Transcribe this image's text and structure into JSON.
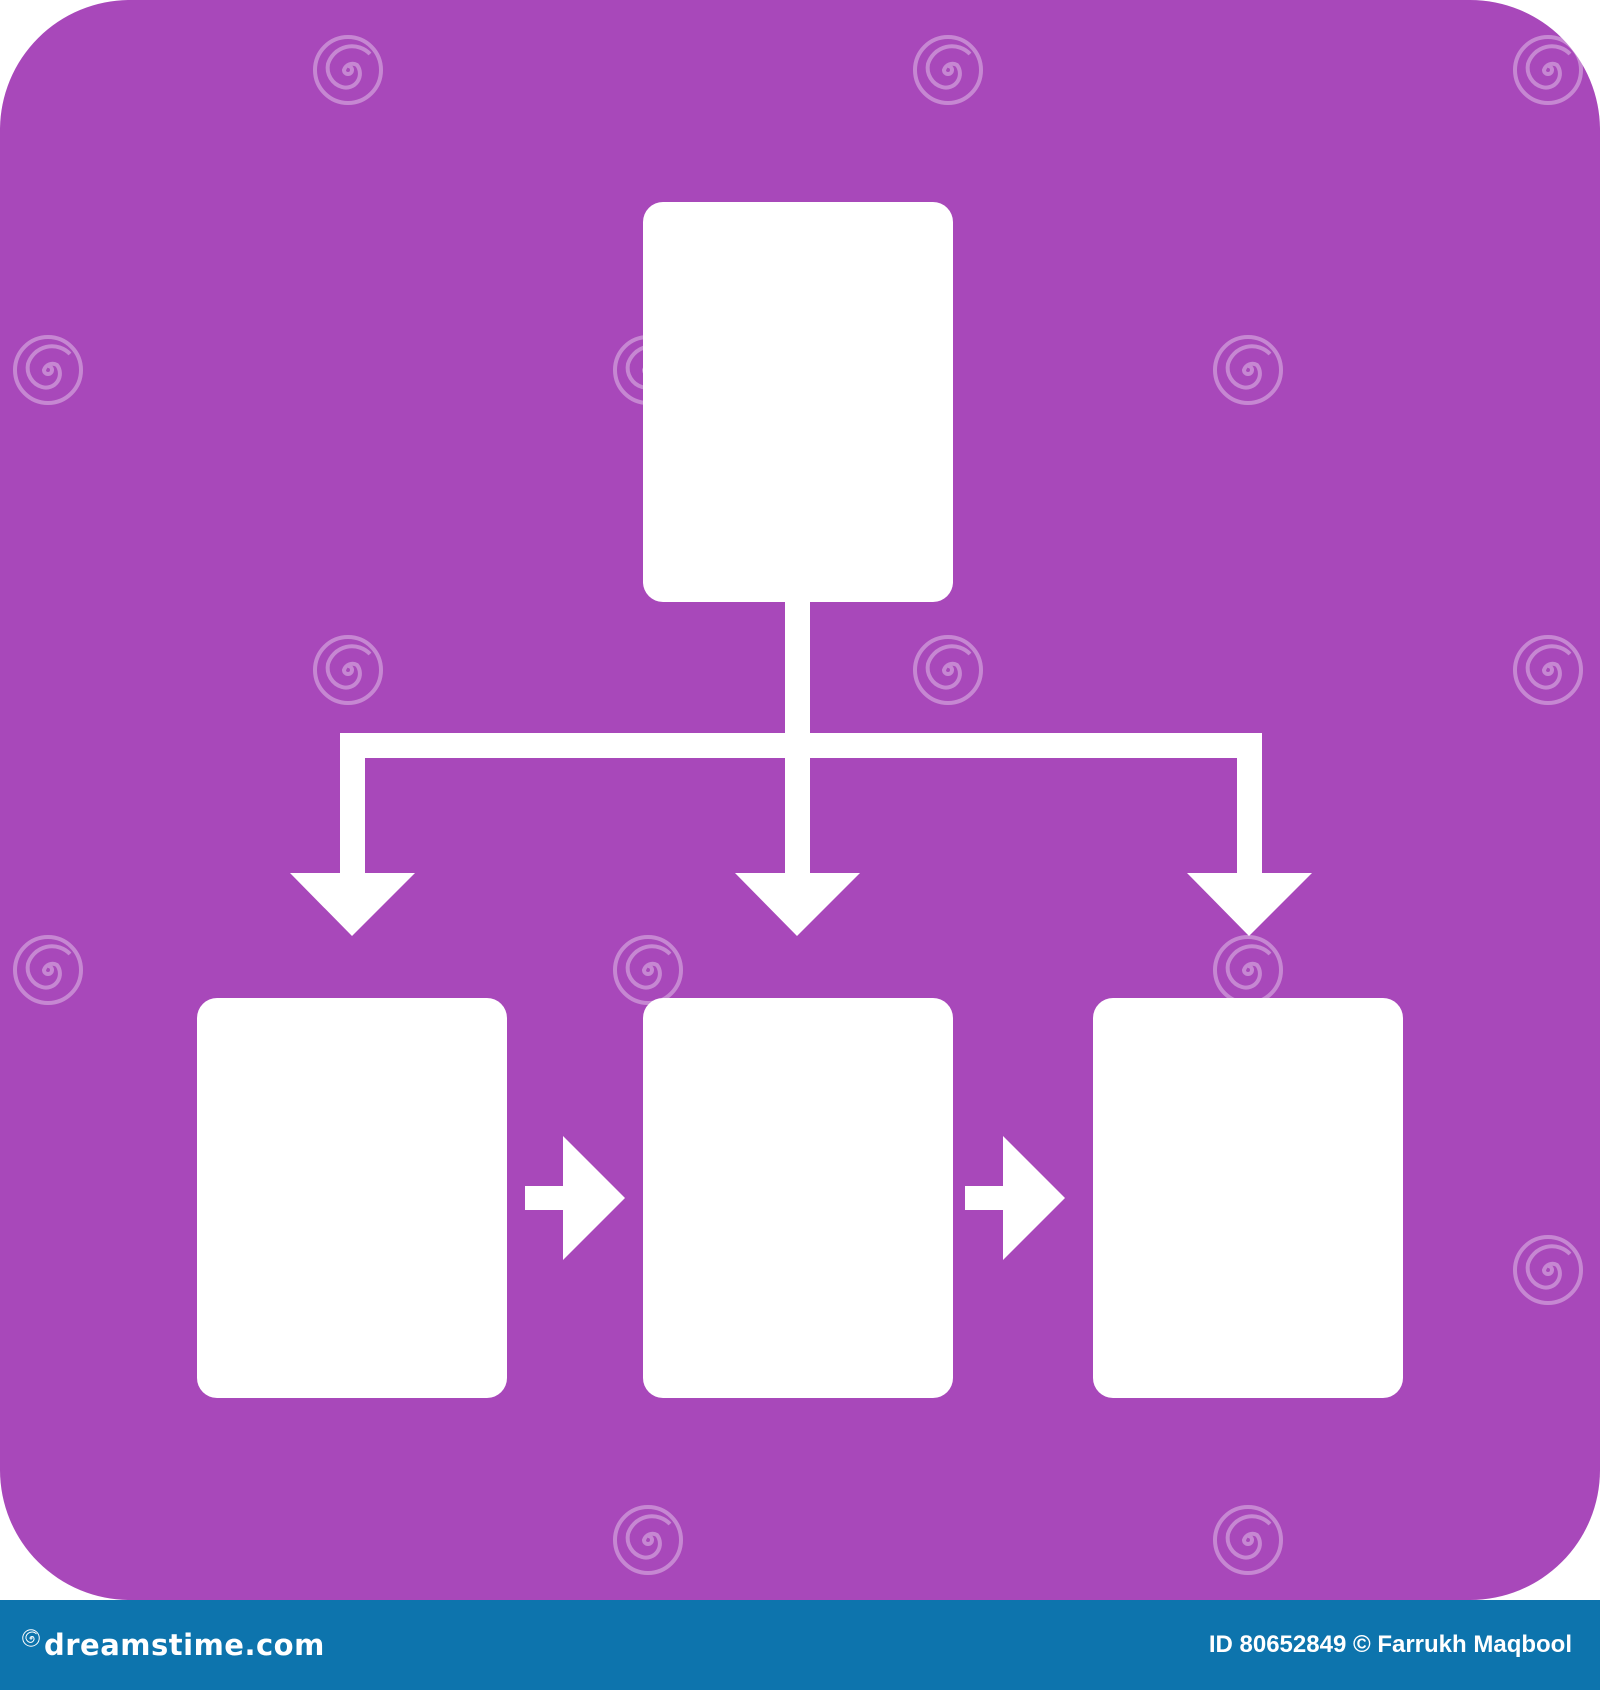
{
  "background_color": "#a848ba",
  "shape_color": "#ffffff",
  "footer_color": "#0d74ad",
  "diagram": {
    "top_box": "",
    "bottom_boxes": [
      "",
      "",
      ""
    ],
    "connector": "top box branches with down-arrows to three bottom boxes; bottom boxes linked left-to-right by arrows"
  },
  "watermark": {
    "text": "dreamstime",
    "icon": "spiral-logo-icon"
  },
  "footer": {
    "brand": "dreamstime.com",
    "id_label": "ID 80652849",
    "copyright_symbol": "©",
    "author": "Farrukh Maqbool"
  }
}
